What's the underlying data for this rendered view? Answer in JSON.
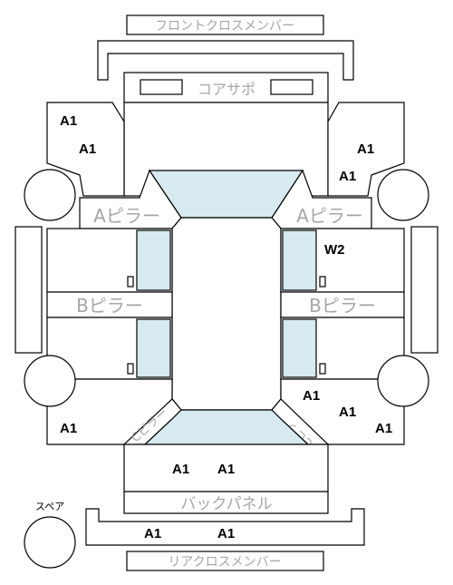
{
  "labels": {
    "front_cross_member": "フロントクロスメンバー",
    "core_support": "コアサポ",
    "a_pillar_left": "Aピラー",
    "a_pillar_right": "Aピラー",
    "b_pillar_left": "Bピラー",
    "b_pillar_right": "Bピラー",
    "c_pillar_left": "Cピラー",
    "c_pillar_right": "Cピラー",
    "back_panel": "バックパネル",
    "rear_cross_member": "リアクロスメンバー",
    "spare": "スペア"
  },
  "damage_codes": {
    "front_left_fender_upper": "A1",
    "front_left_fender_lower": "A1",
    "front_right_fender_upper": "A1",
    "front_right_fender_lower": "A1",
    "right_front_door": "W2",
    "right_rear_quarter_1": "A1",
    "right_rear_quarter_2": "A1",
    "right_rear_quarter_3": "A1",
    "left_rear_quarter": "A1",
    "trunk_left": "A1",
    "trunk_right": "A1",
    "rear_bumper_left": "A1",
    "rear_bumper_right": "A1"
  },
  "colors": {
    "line": "#000000",
    "glass": "#d6eaf0",
    "label_gray": "#a6a6a6"
  }
}
